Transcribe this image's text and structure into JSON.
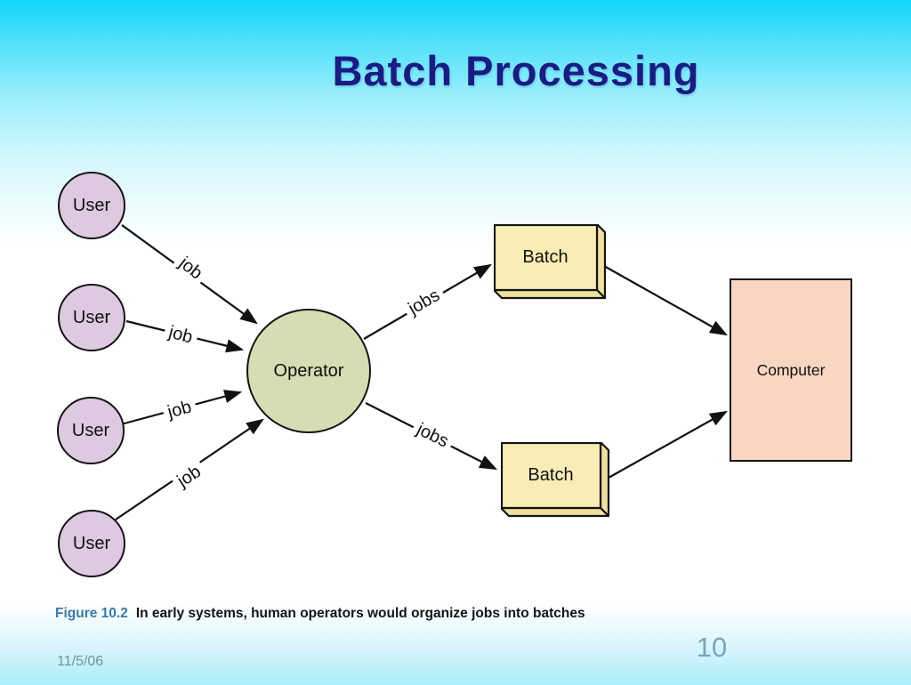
{
  "title": "Batch Processing",
  "diagram": {
    "nodes": [
      {
        "id": "user-1",
        "label": "User"
      },
      {
        "id": "user-2",
        "label": "User"
      },
      {
        "id": "user-3",
        "label": "User"
      },
      {
        "id": "user-4",
        "label": "User"
      },
      {
        "id": "operator",
        "label": "Operator"
      },
      {
        "id": "batch-top",
        "label": "Batch"
      },
      {
        "id": "batch-bottom",
        "label": "Batch"
      },
      {
        "id": "computer",
        "label": "Computer"
      }
    ],
    "edges": [
      {
        "from": "user-1",
        "to": "operator",
        "label": "job"
      },
      {
        "from": "user-2",
        "to": "operator",
        "label": "job"
      },
      {
        "from": "user-3",
        "to": "operator",
        "label": "job"
      },
      {
        "from": "user-4",
        "to": "operator",
        "label": "job"
      },
      {
        "from": "operator",
        "to": "batch-top",
        "label": "jobs"
      },
      {
        "from": "operator",
        "to": "batch-bottom",
        "label": "jobs"
      },
      {
        "from": "batch-top",
        "to": "computer",
        "label": ""
      },
      {
        "from": "batch-bottom",
        "to": "computer",
        "label": ""
      }
    ]
  },
  "caption": {
    "figure_label": "Figure 10.2",
    "text": "In early systems, human operators would organize jobs into batches"
  },
  "footer": {
    "date": "11/5/06",
    "page_number": "10"
  },
  "colors": {
    "background_top": "#10d7fb",
    "background_bottom": "#a9edfa",
    "title": "#1b1b84",
    "user_fill": "#ddc9e0",
    "operator_fill": "#d8dcb2",
    "batch_fill": "#f9edb6",
    "batch_side_fill": "#efe09c",
    "computer_fill": "#f8d6c2",
    "figure_label": "#3a78ae",
    "date_text": "#74909c",
    "page_number": "#7aa6b8",
    "edge_stroke": "#111111"
  }
}
